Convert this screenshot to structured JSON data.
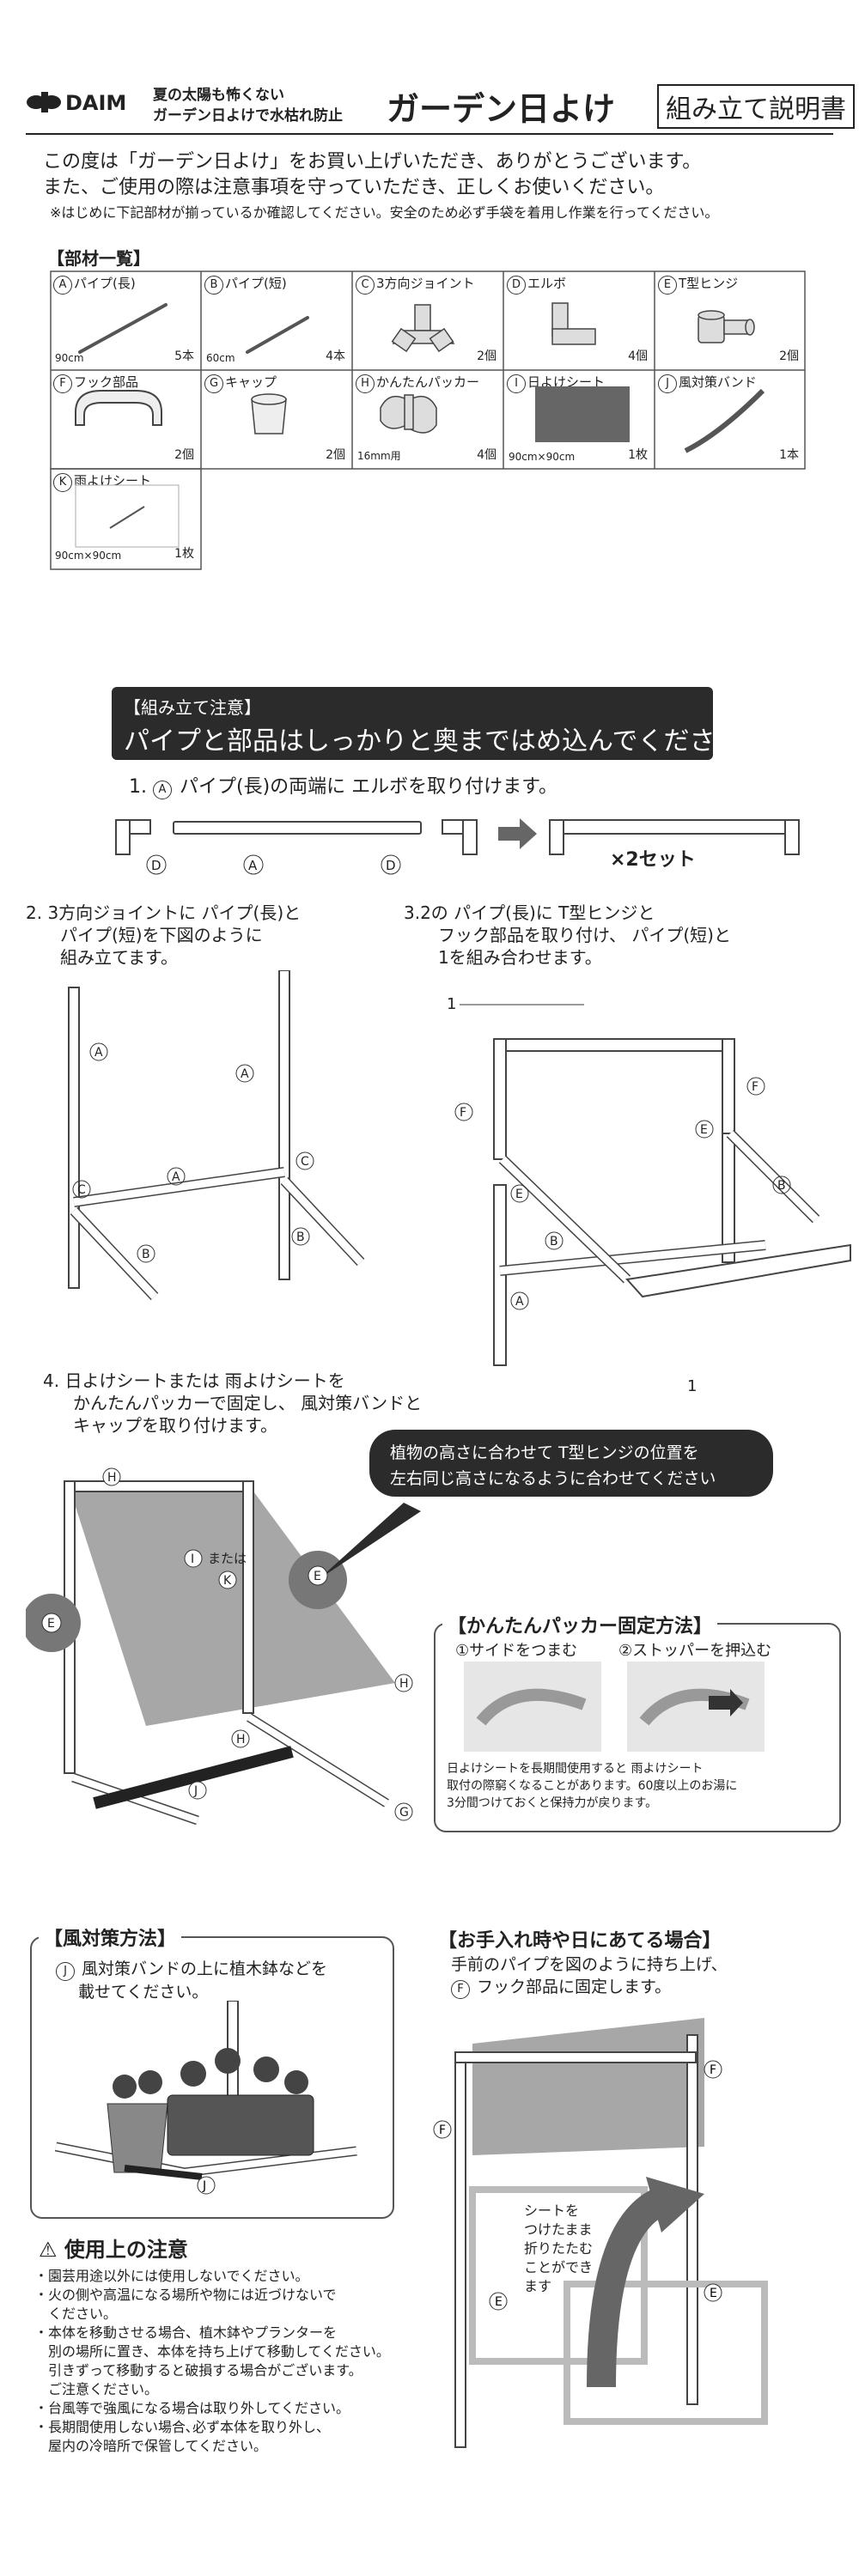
{
  "header": {
    "brand": "DAIM",
    "tagline_1": "夏の太陽も怖くない",
    "tagline_2": "ガーデン日よけで水枯れ防止",
    "product": "ガーデン日よけ",
    "doc_title": "組み立て説明書"
  },
  "intro": {
    "line1": "この度は「ガーデン日よけ」をお買い上げいただき、ありがとうございます。",
    "line2": "また、ご使用の際は注意事項を守っていただき、正しくお使いください。",
    "note": "※はじめに下記部材が揃っているか確認してください。安全のため必ず手袋を着用し作業を行ってください。"
  },
  "parts": {
    "title": "【部材一覧】",
    "items": [
      {
        "letter": "A",
        "name": "パイプ(長)",
        "spec": "90cm",
        "qty": "5本"
      },
      {
        "letter": "B",
        "name": "パイプ(短)",
        "spec": "60cm",
        "qty": "4本"
      },
      {
        "letter": "C",
        "name": "3方向ジョイント",
        "spec": "",
        "qty": "2個"
      },
      {
        "letter": "D",
        "name": "エルボ",
        "spec": "",
        "qty": "4個"
      },
      {
        "letter": "E",
        "name": "T型ヒンジ",
        "spec": "",
        "qty": "2個"
      },
      {
        "letter": "F",
        "name": "フック部品",
        "spec": "",
        "qty": "2個"
      },
      {
        "letter": "G",
        "name": "キャップ",
        "spec": "",
        "qty": "2個"
      },
      {
        "letter": "H",
        "name": "かんたんパッカー",
        "spec": "16mm用",
        "qty": "4個"
      },
      {
        "letter": "I",
        "name": "日よけシート",
        "spec": "90cm×90cm",
        "qty": "1枚"
      },
      {
        "letter": "J",
        "name": "風対策バンド",
        "spec": "",
        "qty": "1本"
      },
      {
        "letter": "K",
        "name": "雨よけシート",
        "spec": "90cm×90cm",
        "qty": "1枚"
      }
    ]
  },
  "notice": {
    "small": "【組み立て注意】",
    "big": "パイプと部品はしっかりと奥まではめ込んでください"
  },
  "step1": {
    "prefix": "1.",
    "text": "パイプ(長)の両端に エルボを取り付けます。",
    "labels": [
      "D",
      "A",
      "D"
    ],
    "sets": "×2セット"
  },
  "step2": {
    "line1": "2. 3方向ジョイントに パイプ(長)と",
    "line2": "パイプ(短)を下図のように",
    "line3": "組み立てます。"
  },
  "step3": {
    "line1": "3.2の パイプ(長)に T型ヒンジと",
    "line2": "フック部品を取り付け、 パイプ(短)と",
    "line3": "1を組み合わせます。",
    "label_1": "1"
  },
  "step4": {
    "line1": "4. 日よけシートまたは 雨よけシートを",
    "line2": "かんたんパッカーで固定し、 風対策バンドと",
    "line3": "キャップを取り付けます。",
    "callout_1": "植物の高さに合わせて T型ヒンジの位置を",
    "callout_2": "左右同じ高さになるように合わせてください",
    "sheet_label": "または"
  },
  "packer": {
    "title": "【かんたんパッカー固定方法】",
    "step1": "①サイドをつまむ",
    "step2": "②ストッパーを押込む",
    "note1": " 日よけシートを長期間使用すると 雨よけシート",
    "note2": "取付の際窮くなることがあります。60度以上のお湯に",
    "note3": "3分間つけておくと保持力が戻ります。"
  },
  "wind": {
    "title": "【風対策方法】",
    "line1": " 風対策バンドの上に植木鉢などを",
    "line2": "載せてください。"
  },
  "care": {
    "title": "【お手入れ時や日にあてる場合】",
    "line1": "手前のパイプを図のように持ち上げ、",
    "line2": " フック部品に固定します。",
    "arrow_text": [
      "シートを",
      "つけたまま",
      "折りたたむ",
      "ことができ",
      "ます"
    ]
  },
  "caution": {
    "title": "使用上の注意",
    "items": [
      "・園芸用途以外には使用しないでください。",
      "・火の側や高温になる場所や物には近づけないで",
      "　ください。",
      "・本体を移動させる場合、植木鉢やプランターを",
      "　別の場所に置き、本体を持ち上げて移動してください。",
      "　引きずって移動すると破損する場合がございます。",
      "　ご注意ください。",
      "・台風等で強風になる場合は取り外してください。",
      "・長期間使用しない場合､必ず本体を取り外し、",
      "　屋内の冷暗所で保管してください。"
    ]
  },
  "colors": {
    "dark": "#222222",
    "sheet": "#8a8a8a",
    "notice_bg": "#2b2b2b"
  }
}
